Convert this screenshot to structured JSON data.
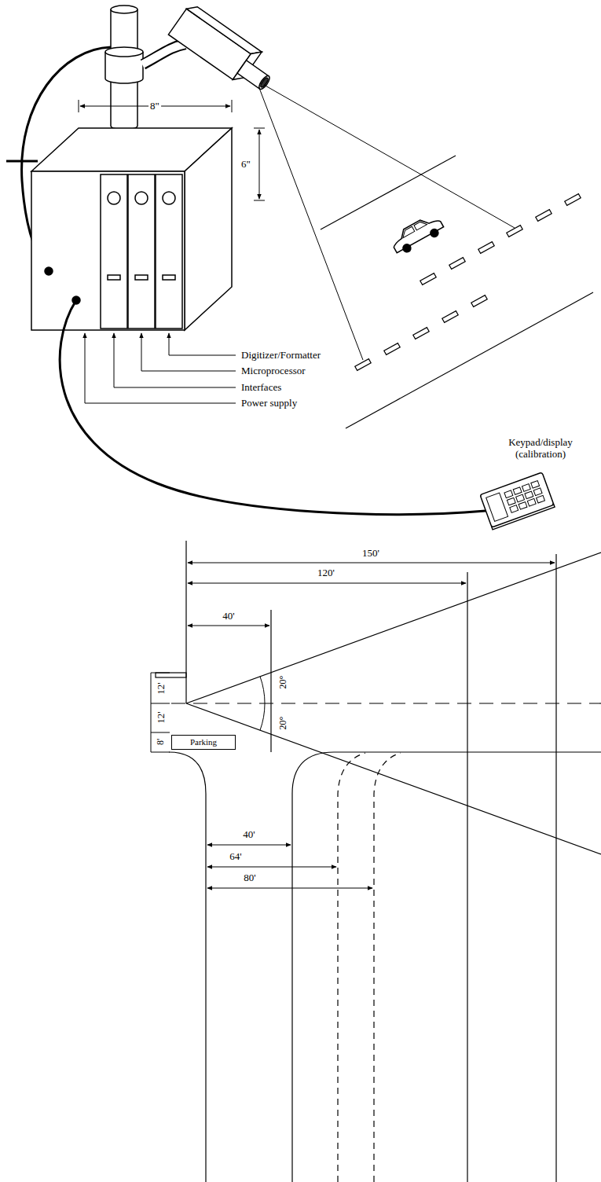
{
  "diagram": {
    "nodes": [
      {
        "text": [
          "Parking"
        ]
      }
    ],
    "labels": [
      "8\"",
      "6\"",
      "Digitizer/Formatter",
      "Microprocessor",
      "Interfaces",
      "Power supply",
      "Keypad/display (calibration)",
      "150'",
      "120'",
      "40'",
      "12'",
      "12'",
      "8'",
      "20°",
      "20°",
      "40'",
      "64'",
      "80'"
    ]
  }
}
